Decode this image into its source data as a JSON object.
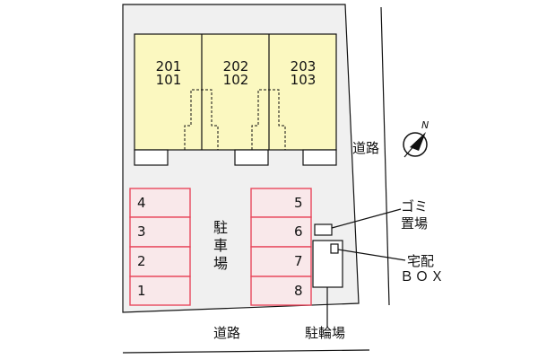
{
  "colors": {
    "site": "#f0f0f0",
    "building": "#fbf8c0",
    "parking_fill": "#f9e8ea",
    "parking_stroke": "#e8485d"
  },
  "units": [
    {
      "upper": "201",
      "lower": "101"
    },
    {
      "upper": "202",
      "lower": "102"
    },
    {
      "upper": "203",
      "lower": "103"
    }
  ],
  "parking_left": [
    "4",
    "3",
    "2",
    "1"
  ],
  "parking_right": [
    "5",
    "6",
    "7",
    "8"
  ],
  "parking_label": "駐車場",
  "road_right": "道路",
  "road_bottom": "道路",
  "garbage_label_line1": "ゴミ",
  "garbage_label_line2": "置場",
  "delivery_label_line1": "宅配",
  "delivery_label_line2": "ＢＯＸ",
  "bicycle_label": "駐輪場",
  "compass": {
    "label": "N",
    "icon": "north-arrow-icon"
  }
}
